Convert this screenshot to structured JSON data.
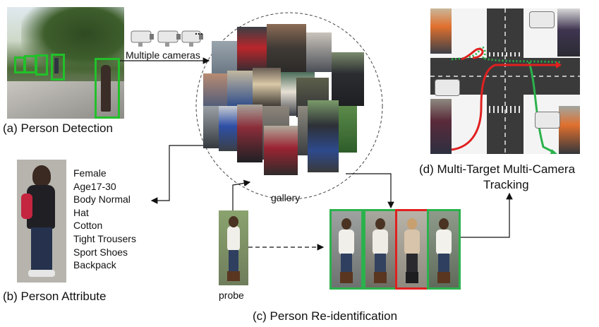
{
  "labels": {
    "multiple_cameras": "Multiple cameras",
    "camera_ellipsis": "...",
    "gallery": "gallery",
    "probe": "probe"
  },
  "captions": {
    "detection": "(a) Person Detection",
    "attribute": "(b) Person Attribute",
    "reid": "(c) Person Re-identification",
    "tracking_line1": "(d) Multi-Target Multi-Camera",
    "tracking_line2": "Tracking"
  },
  "attributes": [
    "Female",
    "Age17-30",
    "Body Normal",
    "Hat",
    "Cotton",
    "Tight Trousers",
    "Sport Shoes",
    "Backpack"
  ],
  "colors": {
    "match": "#2bb24c",
    "mismatch": "#e02020",
    "detection_box": "#22c02a",
    "road": "#3a3a3a"
  },
  "icons": [
    "camera-icon",
    "camera-icon",
    "camera-icon"
  ]
}
